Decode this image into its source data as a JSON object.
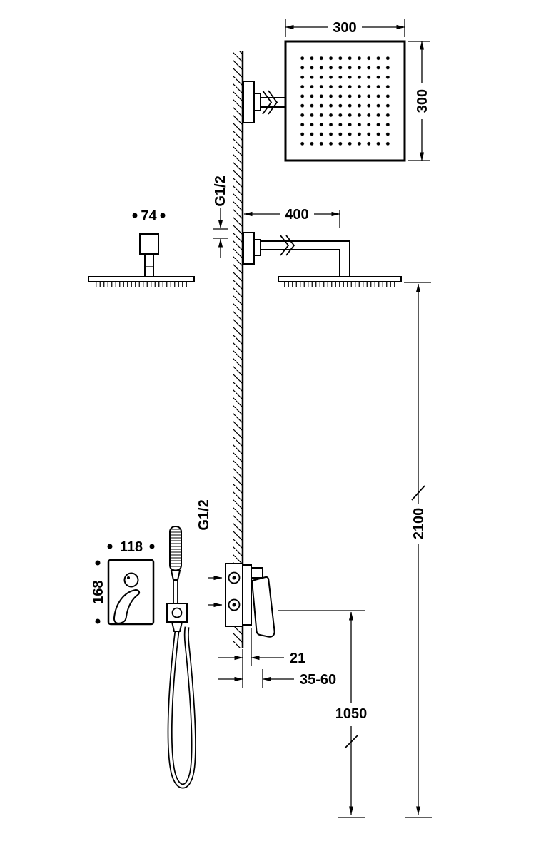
{
  "diagram": {
    "background": "#ffffff",
    "line_color": "#000000",
    "labels": {
      "head_width": "300",
      "head_depth": "300",
      "arm_length": "400",
      "top_connection": "G1/2",
      "ceiling_flange_width": "74",
      "mixer_plate_width": "118",
      "mixer_plate_height": "168",
      "bottom_connection": "G1/2",
      "total_height": "2100",
      "mixer_height": "1050",
      "wall_projection": "21",
      "install_depth": "35-60"
    }
  }
}
